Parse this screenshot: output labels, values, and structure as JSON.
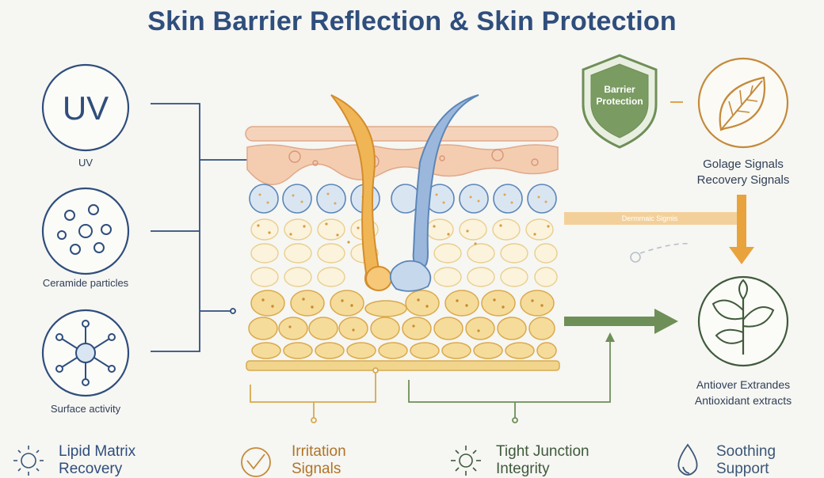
{
  "title": "Skin Barrier Reflection & Skin Protection",
  "left_icons": {
    "uv_symbol": "UV",
    "uv_label": "UV",
    "ceramide_label": "Ceramide particles",
    "surface_label": "Surface activity"
  },
  "shield_label": "Barrier Protection",
  "right_labels": {
    "leaf_line1": "Golage Signals",
    "leaf_line2": "Recovery Signals",
    "herb_line1": "Antiover Extrandes",
    "herb_line2": "Antioxidant extracts"
  },
  "arrow_label": "Dermmaic Sigmis",
  "bottom": [
    {
      "line1": "Lipid Matrix",
      "line2": "Recovery"
    },
    {
      "line1": "Irritation",
      "line2": "Signals"
    },
    {
      "line1": "Tight Junction",
      "line2": "Integrity"
    },
    {
      "line1": "Soothing",
      "line2": "Support"
    }
  ],
  "colors": {
    "navy": "#2f4e7c",
    "orange": "#e8a33c",
    "green": "#6e8f57",
    "peach": "#f4cdb0",
    "blue_cell": "#d9e6f2",
    "yellow_cell": "#f6dc9a"
  }
}
